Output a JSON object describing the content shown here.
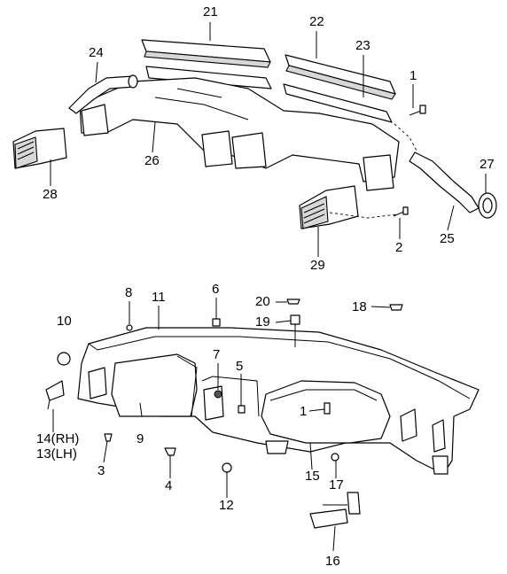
{
  "labels": {
    "p21": "21",
    "p22": "22",
    "p23": "23",
    "p24": "24",
    "p1a": "1",
    "p26": "26",
    "p27": "27",
    "p28": "28",
    "p25": "25",
    "p2": "2",
    "p29": "29",
    "p8": "8",
    "p11": "11",
    "p6": "6",
    "p20": "20",
    "p18": "18",
    "p19": "19",
    "p10": "10",
    "p7": "7",
    "p5": "5",
    "p1b": "1",
    "p9": "9",
    "p14": "14(RH)",
    "p13": "13(LH)",
    "p3": "3",
    "p4": "4",
    "p15": "15",
    "p17": "17",
    "p12": "12",
    "p16": "16"
  }
}
